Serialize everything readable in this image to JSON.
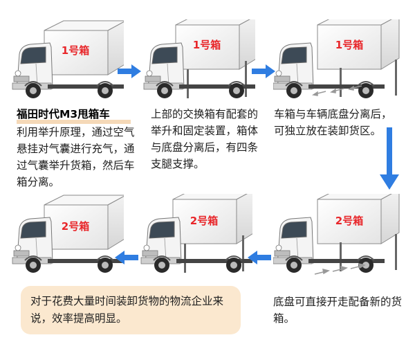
{
  "steps": [
    {
      "box_label": "1号箱",
      "title": "福田时代M3甩箱车",
      "text": "利用举升原理，通过空气悬挂对气囊进行充气，通过气囊举升货箱，然后车箱分离。"
    },
    {
      "box_label": "1号箱",
      "text": "上部的交换箱有配套的举升和固定装置，箱体与底盘分离后，有四条支腿支撑。"
    },
    {
      "box_label": "1号箱",
      "text": "车箱与车辆底盘分离后，可独立放在装卸货区。"
    },
    {
      "box_label": "2号箱",
      "text": "底盘可直接开走配备新的货箱。"
    },
    {
      "box_label": "2号箱"
    },
    {
      "box_label": "2号箱"
    }
  ],
  "note": "对于花费大量时间装卸货物的物流企业来说，效率提高明显。",
  "colors": {
    "arrow": "#2f7de1",
    "box_label": "#e8262a",
    "note_bg": "#fbe8cf",
    "highlight": "#f5d9b8"
  }
}
